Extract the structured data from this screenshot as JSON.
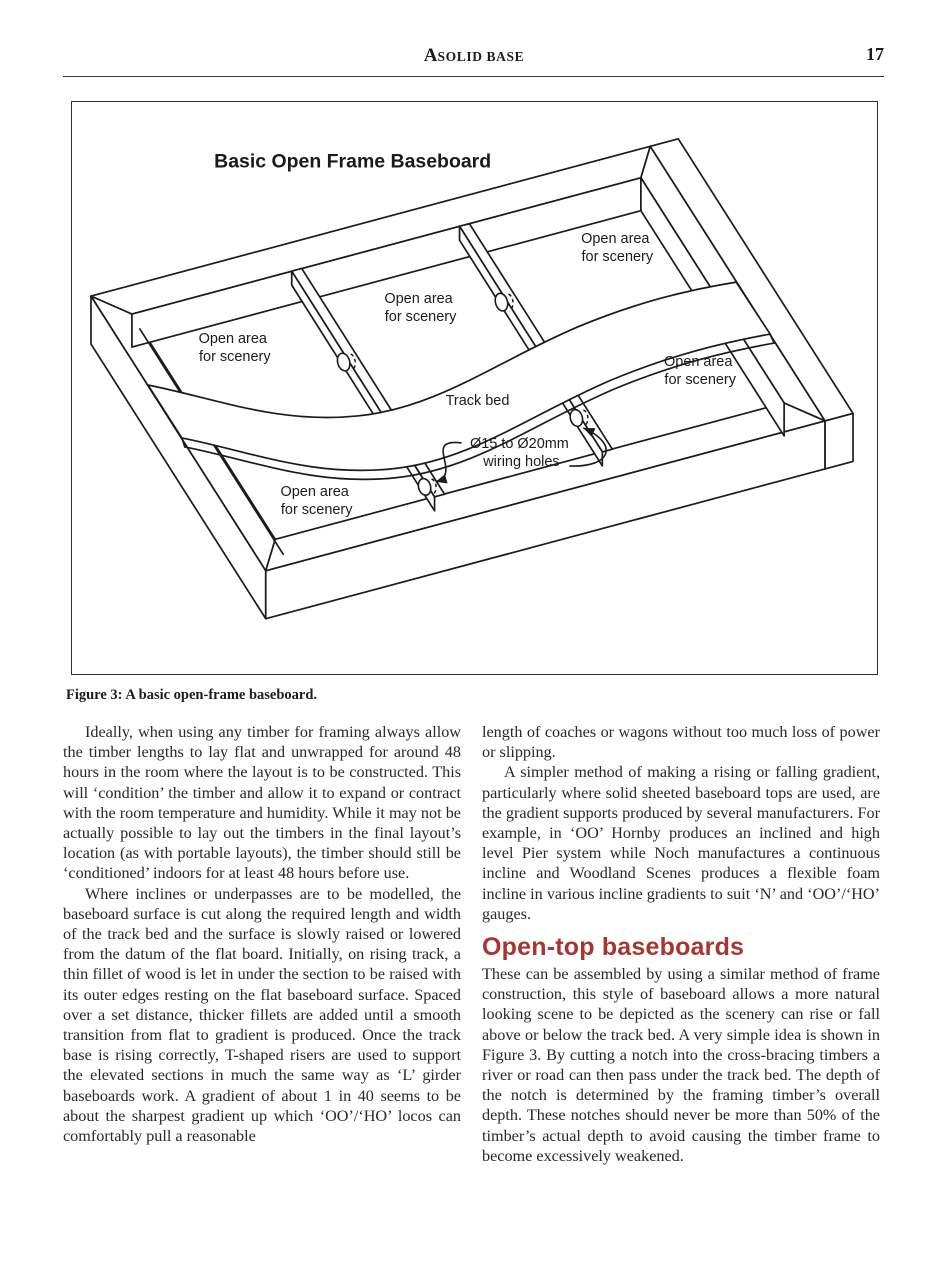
{
  "header": {
    "title_initial": "A",
    "title_rest": "SOLID BASE",
    "page_number": "17"
  },
  "figure": {
    "title": "Basic Open Frame Baseboard",
    "caption": "Figure 3: A basic open-frame baseboard.",
    "labels": {
      "open_area": {
        "l1": "Open area",
        "l2": "for scenery"
      },
      "track_bed": "Track bed",
      "wiring": {
        "l1": "Ø15 to Ø20mm",
        "l2": "wiring holes"
      }
    }
  },
  "article": {
    "left_column": {
      "p1": "Ideally, when using any timber for framing always allow the timber lengths to lay flat and unwrapped for around 48 hours in the room where the layout is to be constructed. This will ‘condition’ the timber and allow it to expand or contract with the room temperature and humidity. While it may not be actually possible to lay out the timbers in the final layout’s location (as with portable layouts), the timber should still be ‘conditioned’ indoors for at least 48 hours before use.",
      "p2": "Where inclines or underpasses are to be modelled, the baseboard surface is cut along the required length and width of the track bed and the surface is slowly raised or lowered from the datum of the flat board. Initially, on rising track, a thin fillet of wood is let in under the section to be raised with its outer edges resting on the flat baseboard surface. Spaced over a set distance, thicker fillets are added until a smooth transition from flat to gradient is produced. Once the track base is rising correctly, T-shaped risers are used to support the elevated sections in much the same way as ‘L’ girder baseboards work. A gradient of about 1 in 40 seems to be about the sharpest gradient up which ‘OO’/‘HO’ locos can comfortably pull a reasonable"
    },
    "right_column": {
      "p2_cont": "length of coaches or wagons without too much loss of power or slipping.",
      "p3": "A simpler method of making a rising or falling gradient, particularly where solid sheeted baseboard tops are used, are the gradient supports produced by several manufacturers. For example, in ‘OO’ Hornby produces an inclined and high level Pier system while Noch manufactures a continuous incline and Woodland Scenes produces a flexible foam incline in various incline gradients to suit ‘N’ and ‘OO’/‘HO’ gauges.",
      "heading": "Open-top baseboards",
      "p4": "These can be assembled by using a similar method of frame construction, this style of baseboard allows a more natural looking scene to be depicted as the scenery can rise or fall above or below the track bed. A very simple idea is shown in Figure 3. By cutting a notch into the cross-bracing timbers a river or road can then pass under the track bed. The depth of the notch is determined by the framing timber’s overall depth. These notches should never be more than 50% of the timber’s actual depth to avoid causing the timber frame to become excessively weakened."
    }
  },
  "colors": {
    "heading_red": "#a93530",
    "ink": "#231f20"
  }
}
